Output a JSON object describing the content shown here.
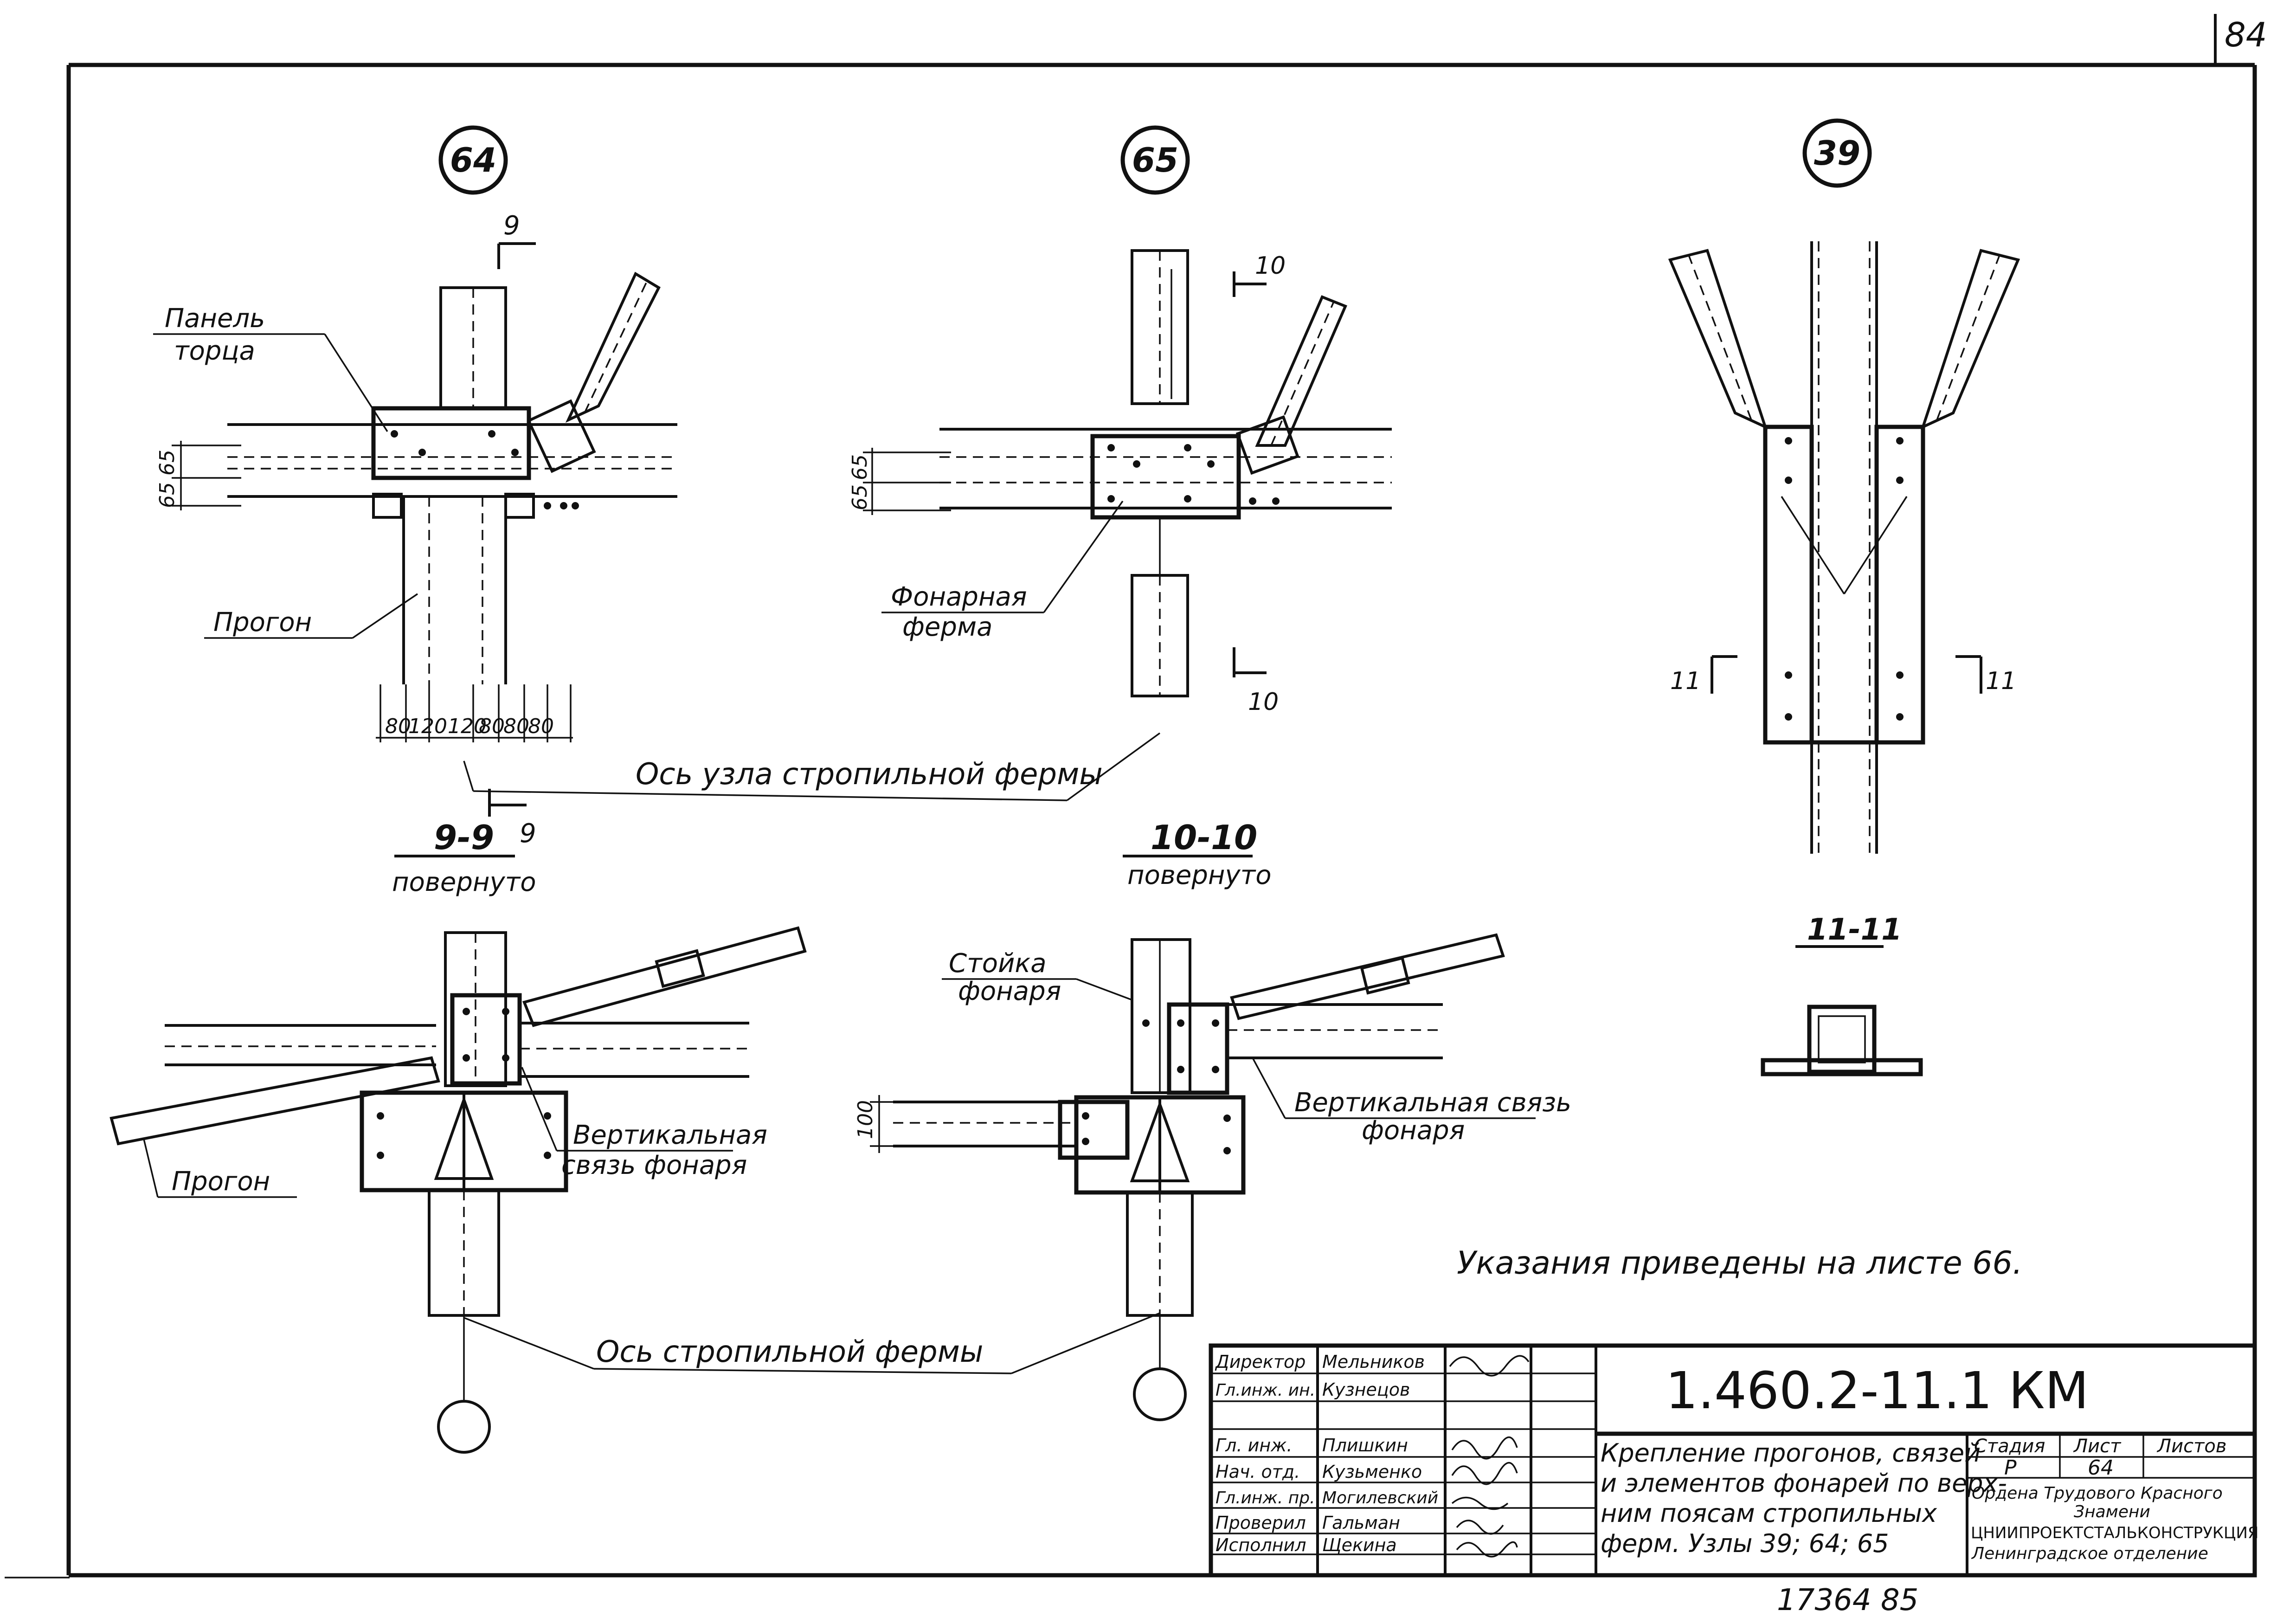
{
  "sheet_number_corner": "84",
  "bottom_partial_number": "17364 85",
  "nodes": {
    "n64": {
      "number": "64",
      "section_marker": "9",
      "label_panel": [
        "Панель",
        "торца"
      ],
      "label_purlin": "Прогон",
      "dims_vertical": [
        "65",
        "65"
      ],
      "dims_horizontal": [
        "80",
        "120",
        "120",
        "80",
        "80",
        "80"
      ]
    },
    "n65": {
      "number": "65",
      "section_marker": "10",
      "label_truss": [
        "Фонарная",
        "ферма"
      ],
      "dims_vertical": [
        "65",
        "65"
      ]
    },
    "n39": {
      "number": "39",
      "section_marker": "11"
    }
  },
  "axis_node_label": "Ось узла стропильной фермы",
  "axis_truss_label": "Ось стропильной фермы",
  "sections": {
    "s9": {
      "title": "9-9",
      "subtitle": "повернуто",
      "label_purlin": "Прогон",
      "label_brace": [
        "Вертикальная",
        "связь фонаря"
      ]
    },
    "s10": {
      "title": "10-10",
      "subtitle": "повернуто",
      "label_post": [
        "Стойка",
        "фонаря"
      ],
      "label_brace": [
        "Вертикальная связь",
        "фонаря"
      ],
      "dim_100": "100"
    },
    "s11": {
      "title": "11-11"
    }
  },
  "note": "Указания приведены на листе 66.",
  "title_block": {
    "doc_code": "1.460.2-11.1 КМ",
    "title_lines": [
      "Крепление прогонов, связей",
      "и элементов фонарей по верх-",
      "ним поясам стропильных",
      "ферм. Узлы 39; 64; 65"
    ],
    "stage_header": "Стадия",
    "sheet_header": "Лист",
    "sheets_header": "Листов",
    "stage_value": "Р",
    "sheet_value": "64",
    "org_lines": [
      "Ордена Трудового Красного",
      "Знамени",
      "ЦНИИПРОЕКТСТАЛЬКОНСТРУКЦИЯ",
      "Ленинградское отделение"
    ],
    "staff": [
      {
        "role": "Директор",
        "name": "Мельников"
      },
      {
        "role": "Гл.инж. ин.",
        "name": "Кузнецов"
      },
      {
        "role": "Гл. инж.",
        "name": "Плишкин"
      },
      {
        "role": "Нач. отд.",
        "name": "Кузьменко"
      },
      {
        "role": "Гл.инж. пр.",
        "name": "Могилевский"
      },
      {
        "role": "Проверил",
        "name": "Гальман"
      },
      {
        "role": "Исполнил",
        "name": "Щекина"
      }
    ]
  }
}
